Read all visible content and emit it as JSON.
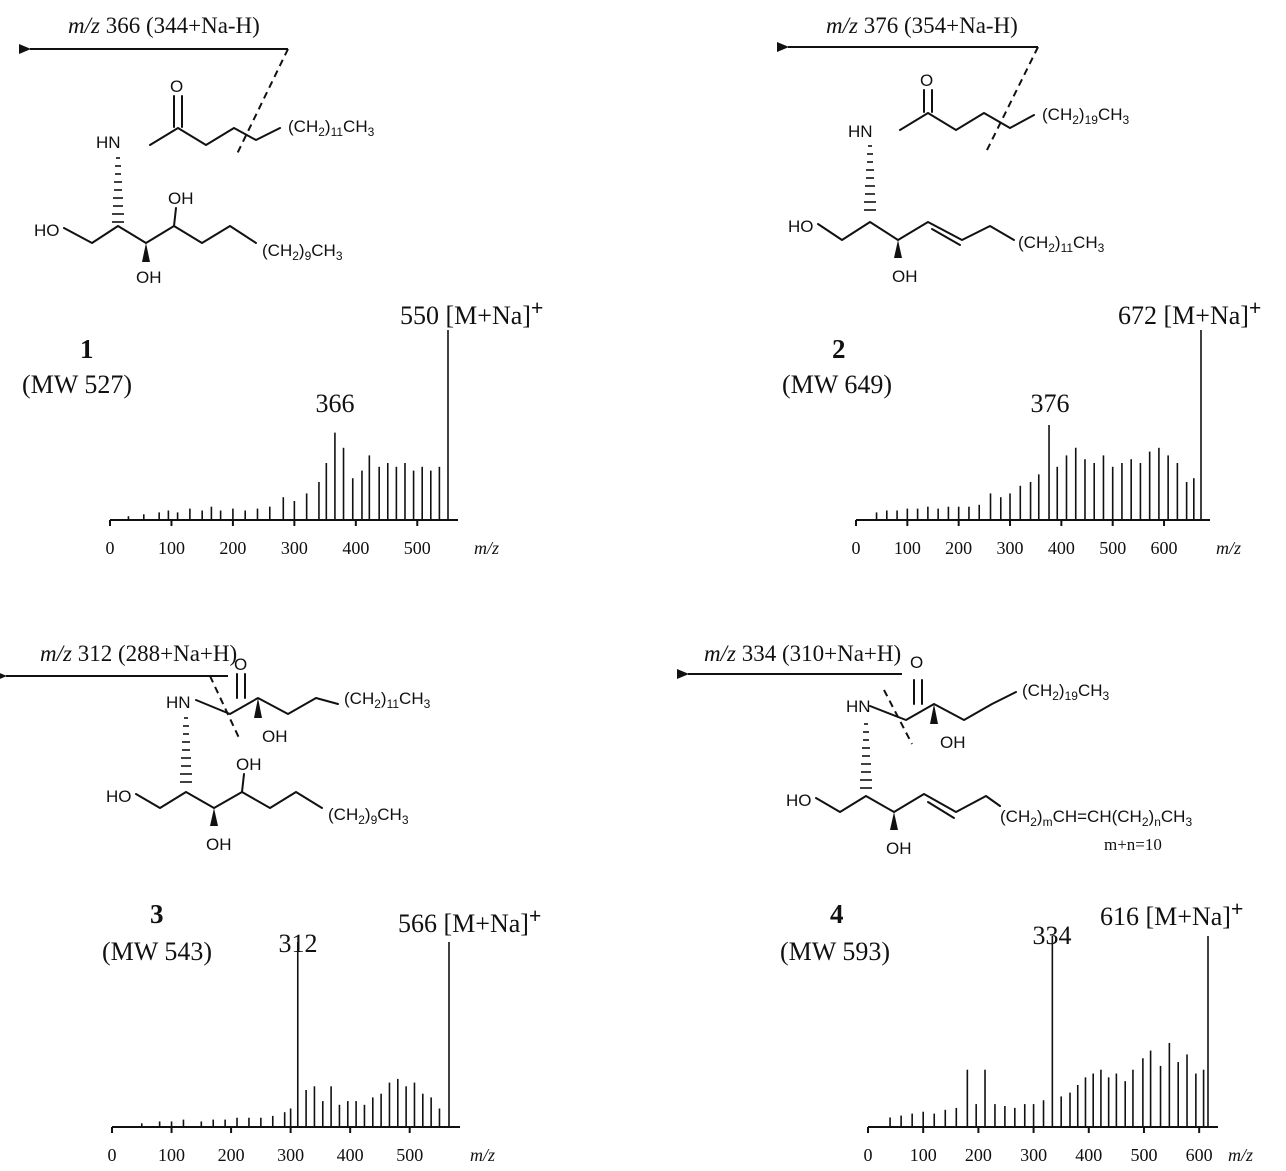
{
  "panels": [
    {
      "id": "1",
      "compound_number": "1",
      "mw_label": "(MW 527)",
      "fragment_label_mz": "m/z",
      "fragment_label_rest": "366 (344+Na-H)",
      "structure": {
        "chain_label": "(CH2)11CH3",
        "base_chain_label": "(CH2)9CH3",
        "hn": "HN",
        "o": "O",
        "ho": "HO",
        "oh_top": "OH",
        "oh_bottom": "OH"
      },
      "fragment_peak_label": "366",
      "molecular_peak_label": "550 [M+Na]+"
    },
    {
      "id": "2",
      "compound_number": "2",
      "mw_label": "(MW 649)",
      "fragment_label_mz": "m/z",
      "fragment_label_rest": "376 (354+Na-H)",
      "structure": {
        "chain_label": "(CH2)19CH3",
        "base_chain_label": "(CH2)11CH3",
        "hn": "HN",
        "o": "O",
        "ho": "HO",
        "oh_bottom": "OH"
      },
      "fragment_peak_label": "376",
      "molecular_peak_label": "672 [M+Na]+"
    },
    {
      "id": "3",
      "compound_number": "3",
      "mw_label": "(MW 543)",
      "fragment_label_mz": "m/z",
      "fragment_label_rest": "312 (288+Na+H)",
      "structure": {
        "chain_label": "(CH2)11CH3",
        "base_chain_label": "(CH2)9CH3",
        "hn": "HN",
        "o": "O",
        "ho": "HO",
        "oh_alpha": "OH",
        "oh_top": "OH",
        "oh_bottom": "OH"
      },
      "fragment_peak_label": "312",
      "molecular_peak_label": "566 [M+Na]+"
    },
    {
      "id": "4",
      "compound_number": "4",
      "mw_label": "(MW 593)",
      "fragment_label_mz": "m/z",
      "fragment_label_rest": "334 (310+Na+H)",
      "structure": {
        "chain_label": "(CH2)19CH3",
        "base_chain_label": "(CH2)mCH=CH(CH2)nCH3",
        "mn_label": "m+n=10",
        "hn": "HN",
        "o": "O",
        "ho": "HO",
        "oh_alpha": "OH",
        "oh_bottom": "OH"
      },
      "fragment_peak_label": "334",
      "molecular_peak_label": "616 [M+Na]+"
    }
  ],
  "chart_data": [
    {
      "type": "bar",
      "compound": "1",
      "xlabel": "m/z",
      "xlim": [
        0,
        570
      ],
      "ylim": [
        0,
        100
      ],
      "xticks": [
        0,
        100,
        200,
        300,
        400,
        500
      ],
      "peaks_x": [
        30,
        55,
        80,
        95,
        110,
        130,
        150,
        165,
        180,
        200,
        220,
        240,
        260,
        282,
        300,
        320,
        340,
        352,
        366,
        380,
        395,
        410,
        422,
        438,
        452,
        466,
        480,
        494,
        508,
        522,
        536,
        550
      ],
      "peaks_y": [
        2,
        3,
        4,
        5,
        4,
        6,
        5,
        7,
        5,
        6,
        5,
        6,
        7,
        12,
        10,
        14,
        20,
        30,
        46,
        38,
        22,
        26,
        34,
        28,
        30,
        28,
        30,
        26,
        28,
        26,
        28,
        100
      ]
    },
    {
      "type": "bar",
      "compound": "2",
      "xlabel": "m/z",
      "xlim": [
        0,
        680
      ],
      "ylim": [
        0,
        100
      ],
      "xticks": [
        0,
        100,
        200,
        300,
        400,
        500,
        600
      ],
      "peaks_x": [
        40,
        60,
        80,
        100,
        120,
        140,
        160,
        180,
        200,
        220,
        240,
        262,
        282,
        300,
        320,
        340,
        356,
        376,
        392,
        410,
        428,
        446,
        464,
        482,
        500,
        518,
        536,
        554,
        572,
        590,
        608,
        626,
        644,
        658,
        672
      ],
      "peaks_y": [
        4,
        5,
        5,
        6,
        6,
        7,
        6,
        7,
        7,
        7,
        8,
        14,
        12,
        14,
        18,
        20,
        24,
        50,
        28,
        34,
        38,
        32,
        30,
        34,
        28,
        30,
        32,
        30,
        36,
        38,
        34,
        30,
        20,
        22,
        100
      ]
    },
    {
      "type": "bar",
      "compound": "3",
      "xlabel": "m/z",
      "xlim": [
        0,
        580
      ],
      "ylim": [
        0,
        100
      ],
      "xticks": [
        0,
        100,
        200,
        300,
        400,
        500
      ],
      "peaks_x": [
        50,
        80,
        100,
        120,
        150,
        170,
        190,
        210,
        230,
        250,
        270,
        290,
        300,
        312,
        326,
        340,
        354,
        368,
        382,
        396,
        410,
        424,
        438,
        452,
        466,
        480,
        494,
        508,
        522,
        536,
        550,
        566
      ],
      "peaks_y": [
        2,
        3,
        3,
        4,
        3,
        4,
        4,
        5,
        5,
        5,
        6,
        8,
        10,
        100,
        20,
        22,
        14,
        22,
        12,
        14,
        14,
        12,
        16,
        18,
        24,
        26,
        22,
        24,
        18,
        16,
        10,
        100
      ]
    },
    {
      "type": "bar",
      "compound": "4",
      "xlabel": "m/z",
      "xlim": [
        0,
        630
      ],
      "ylim": [
        0,
        100
      ],
      "xticks": [
        0,
        100,
        200,
        300,
        400,
        500,
        600
      ],
      "peaks_x": [
        40,
        60,
        80,
        100,
        120,
        140,
        160,
        180,
        196,
        212,
        230,
        248,
        266,
        284,
        300,
        318,
        334,
        350,
        366,
        380,
        394,
        408,
        422,
        436,
        450,
        466,
        480,
        498,
        512,
        530,
        546,
        562,
        578,
        594,
        608,
        616
      ],
      "peaks_y": [
        5,
        6,
        7,
        8,
        7,
        9,
        10,
        30,
        12,
        30,
        12,
        11,
        10,
        12,
        12,
        14,
        100,
        16,
        18,
        22,
        26,
        28,
        30,
        26,
        28,
        24,
        30,
        36,
        40,
        32,
        44,
        34,
        38,
        28,
        30,
        100
      ]
    }
  ]
}
